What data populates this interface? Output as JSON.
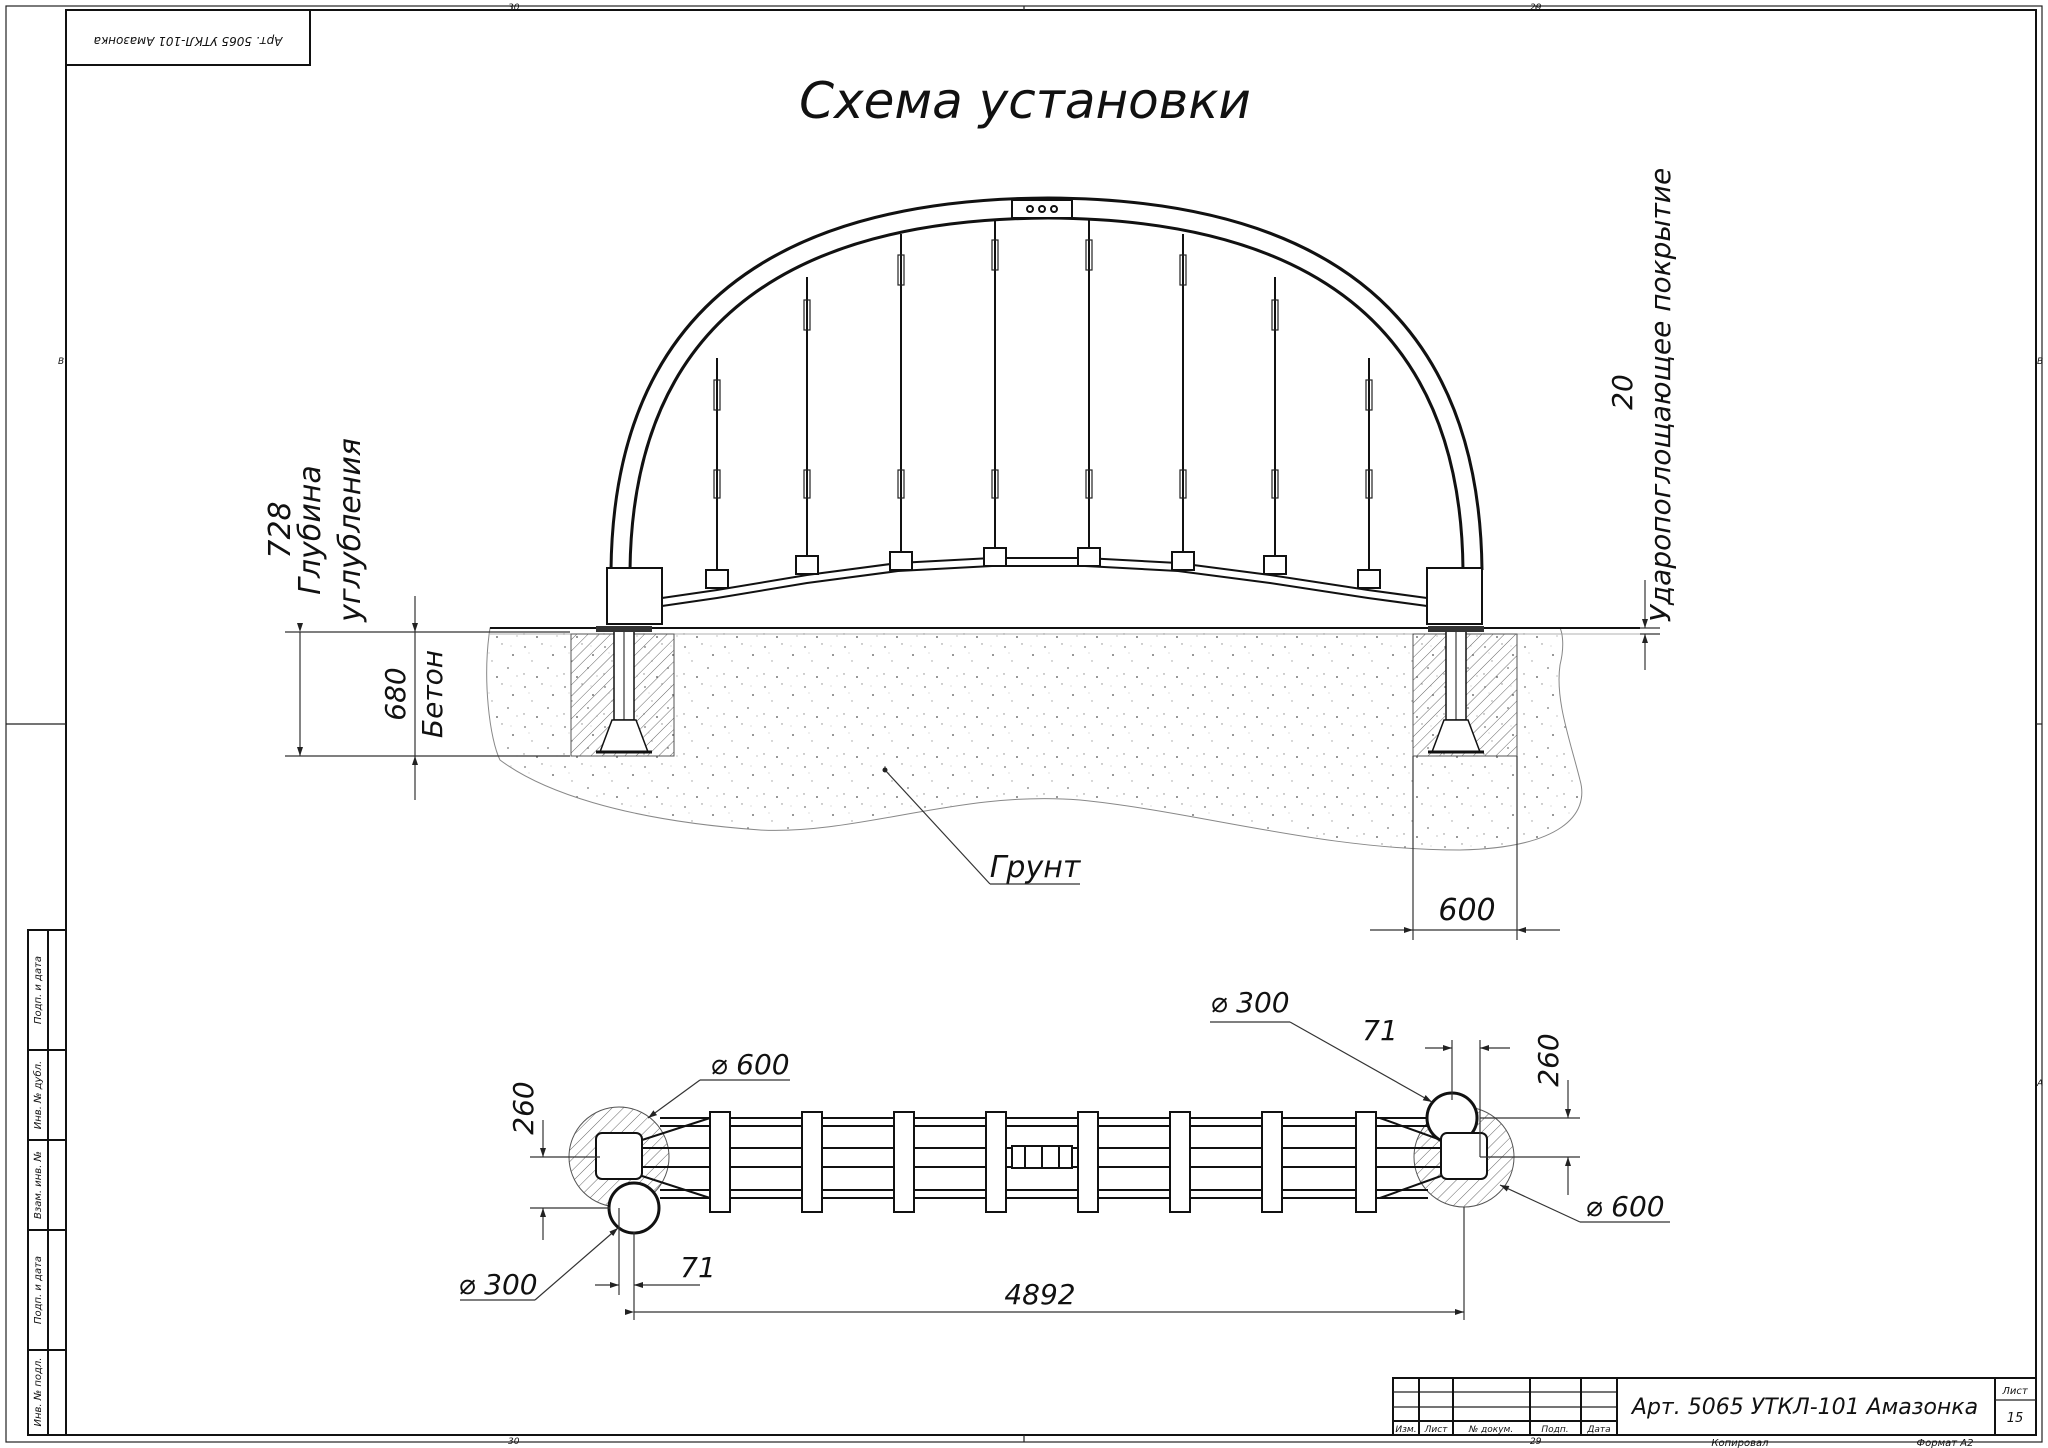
{
  "title": "Схема установки",
  "stamp_rotated": "Арт. 5065 УТКЛ-101 Амазонка",
  "zone_marks": {
    "top_left": "30",
    "top_right": "29",
    "bottom_left": "30",
    "bottom_right": "29",
    "left_b": "B",
    "right_b": "B",
    "right_a": "A"
  },
  "labels": {
    "depth_value": "728",
    "depth_line1": "Глубина",
    "depth_line2": "углубления",
    "concrete_value": "680",
    "concrete_label": "Бетон",
    "coating_value": "20",
    "coating_label": "Ударопоглощающее покрытие",
    "ground": "Грунт",
    "width_600": "600"
  },
  "plan_labels": {
    "d300_top": "⌀ 300",
    "d600_left": "⌀ 600",
    "d600_right": "⌀ 600",
    "d300_bottom": "⌀ 300",
    "dim_71_top": "71",
    "dim_260_right": "260",
    "dim_260_left": "260",
    "dim_71_bottom": "71",
    "dim_4892": "4892"
  },
  "side_strip": [
    "Подп. и дата",
    "Инв. № дубл.",
    "Взам. инв. №",
    "Подп. и дата",
    "Инв. № подл."
  ],
  "title_block": {
    "col_headers": [
      "Изм.",
      "Лист",
      "№ докум.",
      "Подп.",
      "Дата"
    ],
    "designation": "Арт. 5065 УТКЛ-101 Амазонка",
    "sheet_label": "Лист",
    "sheet_number": "15",
    "copied": "Копировал",
    "format": "Формат А2"
  }
}
